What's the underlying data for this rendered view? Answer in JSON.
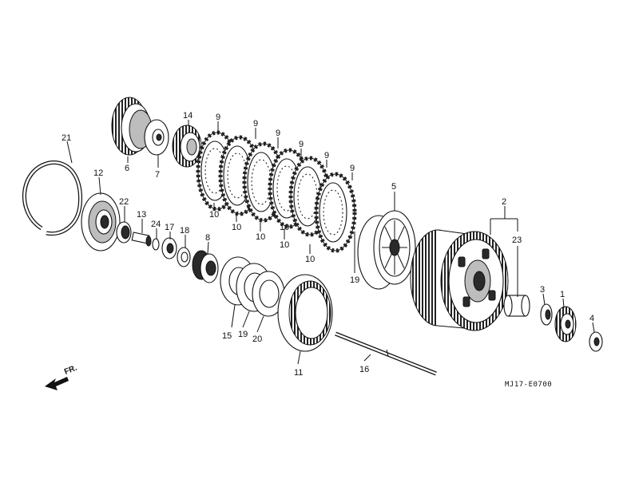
{
  "diagram": {
    "code": "MJ17-E0700",
    "direction": "FR.",
    "callouts": {
      "p1": "1",
      "p2": "2",
      "p3": "3",
      "p4": "4",
      "p5": "5",
      "p6": "6",
      "p7": "7",
      "p8": "8",
      "p9a": "9",
      "p9b": "9",
      "p9c": "9",
      "p9d": "9",
      "p9e": "9",
      "p9f": "9",
      "p10a": "10",
      "p10b": "10",
      "p10c": "10",
      "p10d": "10",
      "p10e": "10",
      "p10f": "10",
      "p11": "11",
      "p12": "12",
      "p13": "13",
      "p14": "14",
      "p15": "15",
      "p16": "16",
      "p17": "17",
      "p18": "18",
      "p19a": "19",
      "p19b": "19",
      "p20": "20",
      "p21": "21",
      "p22": "22",
      "p23": "23",
      "p24": "24"
    }
  }
}
